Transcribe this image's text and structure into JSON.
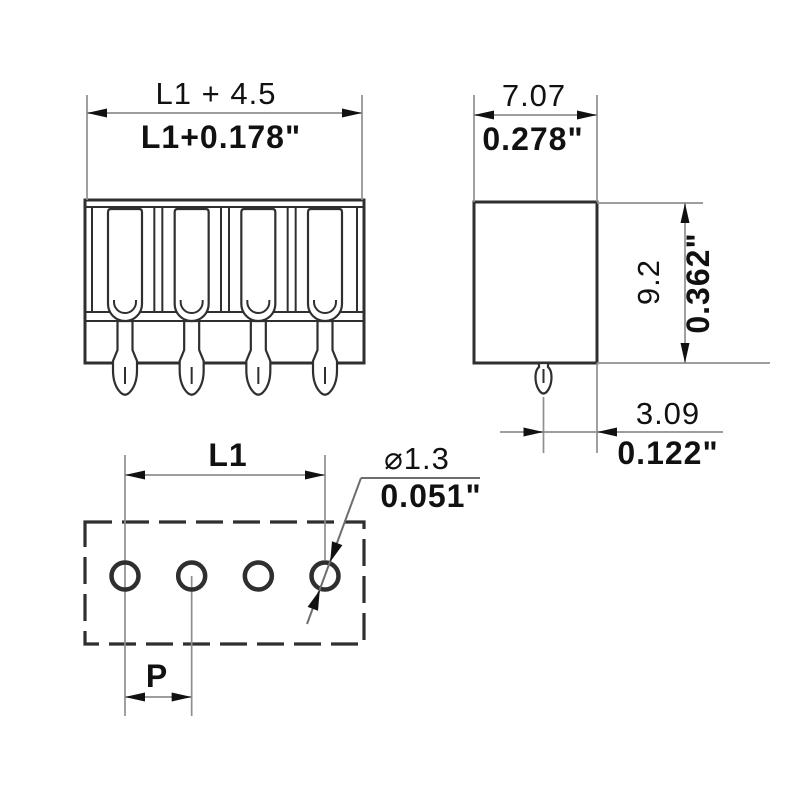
{
  "colors": {
    "background": "#ffffff",
    "body_line": "#2f2f2f",
    "dim_line": "#8f8f8f",
    "text": "#111111"
  },
  "front_view": {
    "width_mm": "L1 + 4.5",
    "width_in": "L1+0.178\""
  },
  "side_view": {
    "width_mm": "7.07",
    "width_in": "0.278\"",
    "height_mm": "9.2",
    "height_in": "0.362\"",
    "pin_offset_mm": "3.09",
    "pin_offset_in": "0.122\""
  },
  "bottom_view": {
    "span_label": "L1",
    "pitch_label": "P",
    "hole_dia_mm": "⌀1.3",
    "hole_dia_in": "0.051\""
  }
}
